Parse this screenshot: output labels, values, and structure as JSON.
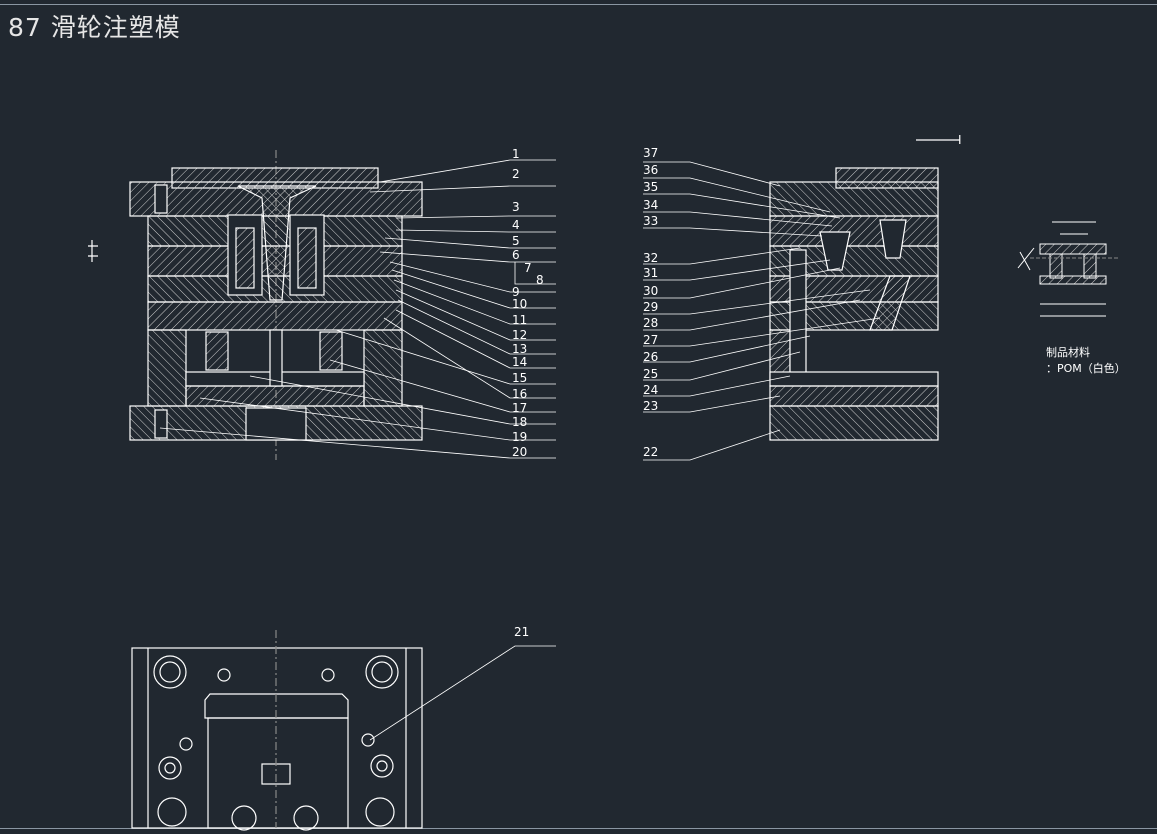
{
  "title": "87 滑轮注塑模",
  "material_note": {
    "line1": "制品材料",
    "line2": "：POM（白色）"
  },
  "section_marks": {
    "left_view": "I",
    "right_view": "I"
  },
  "part_numbers_left": [
    "1",
    "2",
    "3",
    "4",
    "5",
    "6",
    "7",
    "8",
    "9",
    "10",
    "11",
    "12",
    "13",
    "14",
    "15",
    "16",
    "17",
    "18",
    "19",
    "20"
  ],
  "part_numbers_right": [
    "37",
    "36",
    "35",
    "34",
    "33",
    "32",
    "31",
    "30",
    "29",
    "28",
    "27",
    "26",
    "25",
    "24",
    "23",
    "22"
  ],
  "part_number_bottom": "21",
  "colors": {
    "background": "#212830",
    "lines": "#ffffff",
    "hatch": "#cfcfcf"
  }
}
